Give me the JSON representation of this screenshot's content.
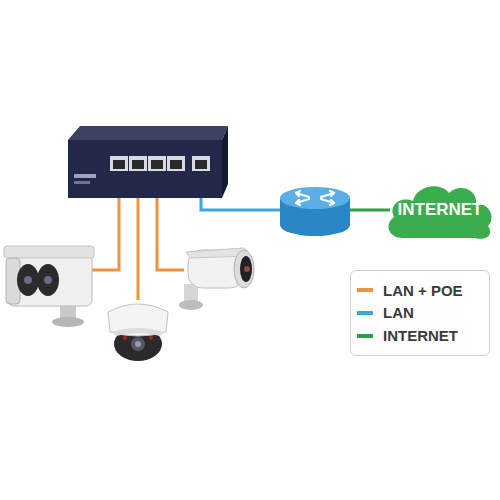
{
  "diagram": {
    "nodes": [
      {
        "text": [
          "INTERNET"
        ]
      }
    ],
    "legend": [
      {
        "text": "LAN + POE",
        "color": "#f0923a"
      },
      {
        "text": "LAN",
        "color": "#3aa7dc"
      },
      {
        "text": "INTERNET",
        "color": "#2ea04a"
      }
    ]
  }
}
